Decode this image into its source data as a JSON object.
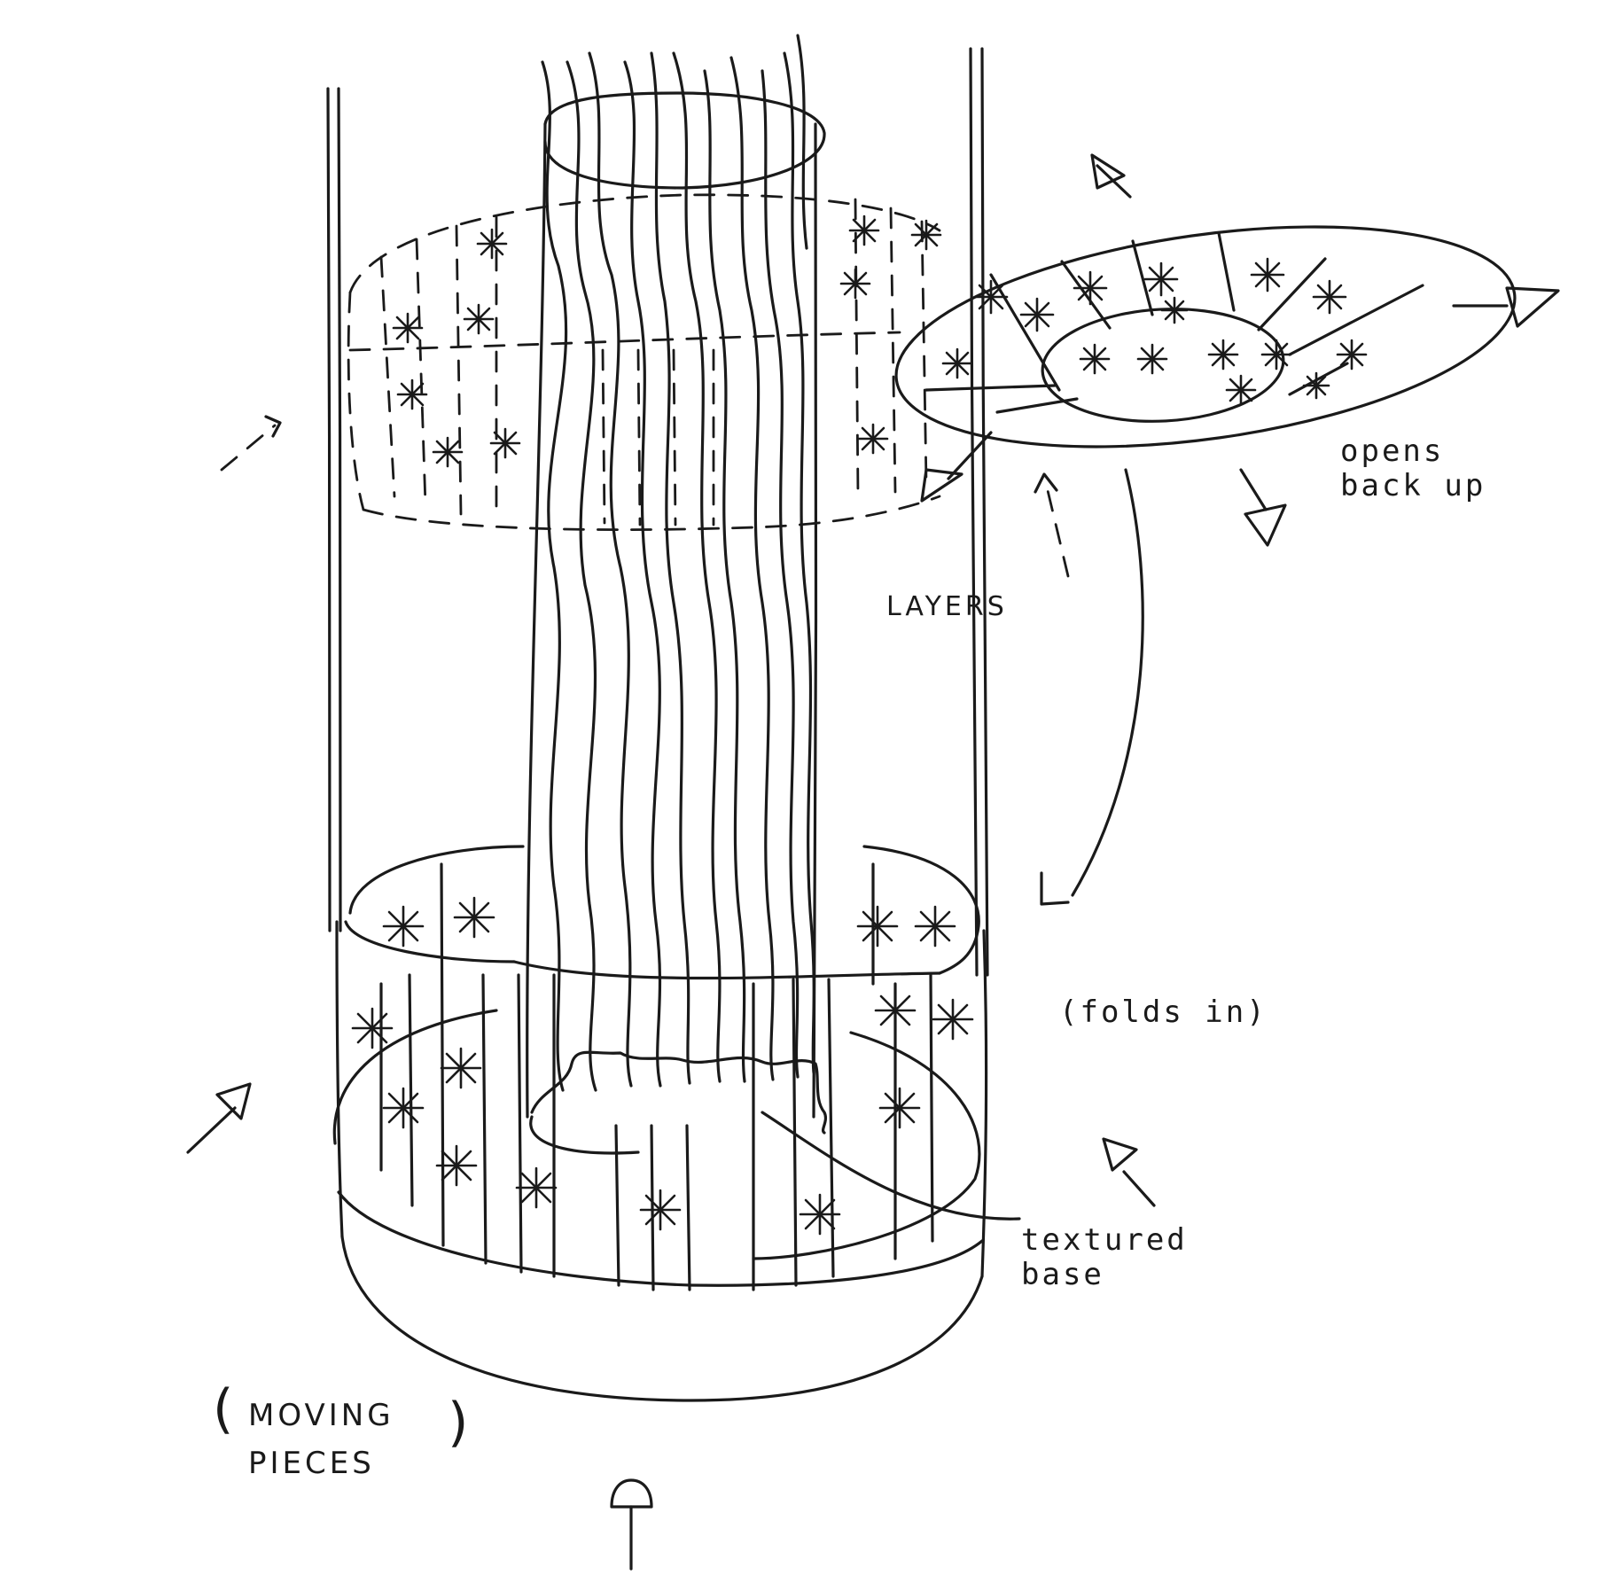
{
  "annotations": {
    "opens_back_up": "opens\nback up",
    "layers": "LAYERS",
    "folds_in": "(folds  in)",
    "textured_base": "textured\nbase",
    "moving_pieces": "MOVING\nPIECES"
  },
  "colors": {
    "ink": "#1a1a1a",
    "paper": "#ffffff"
  }
}
